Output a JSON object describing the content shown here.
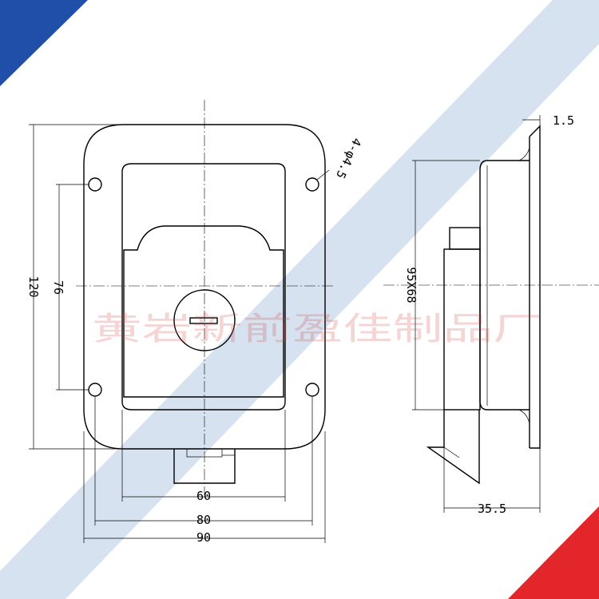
{
  "front_view": {
    "dim_width_outer": "90",
    "dim_width_holes": "80",
    "dim_width_tray": "60",
    "dim_height_outer": "120",
    "dim_height_holes": "76",
    "hole_callout": "4-φ4.5"
  },
  "side_view": {
    "dim_thickness": "1.5",
    "dim_depth": "35.5",
    "dim_cutout": "95X68"
  },
  "watermark": {
    "text": "黄岩新前盈佳制品厂"
  },
  "colors": {
    "band": "#d7e2f0",
    "corner_blue": "#1f4fa8",
    "corner_red": "#e3262a",
    "watermark": "#d23a3a",
    "line": "#000000"
  }
}
